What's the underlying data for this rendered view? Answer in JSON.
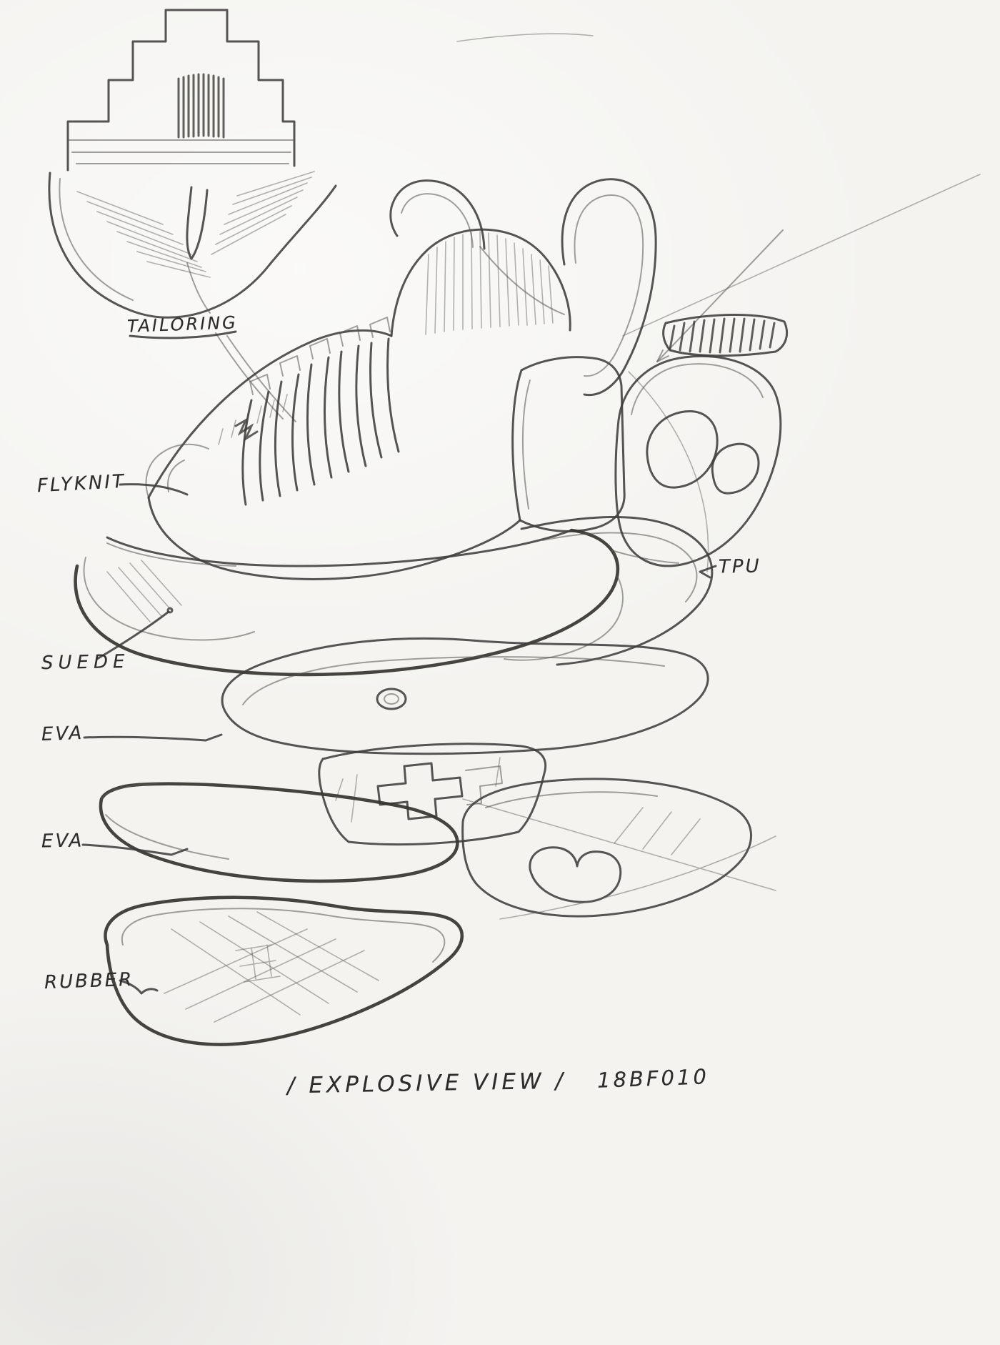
{
  "page": {
    "background_color": "#f4f3f0",
    "pencil_color": "#3f3e3c"
  },
  "labels": {
    "tailoring": "TAILORING",
    "flyknit": "FLYKNIT",
    "tpu": "TPU",
    "suede": "SUEDE",
    "eva_top": "EVA",
    "eva_bottom": "EVA",
    "rubber": "RUBBER"
  },
  "caption": "/ EXPLOSIVE VIEW /",
  "drawing_code": "18BF010"
}
